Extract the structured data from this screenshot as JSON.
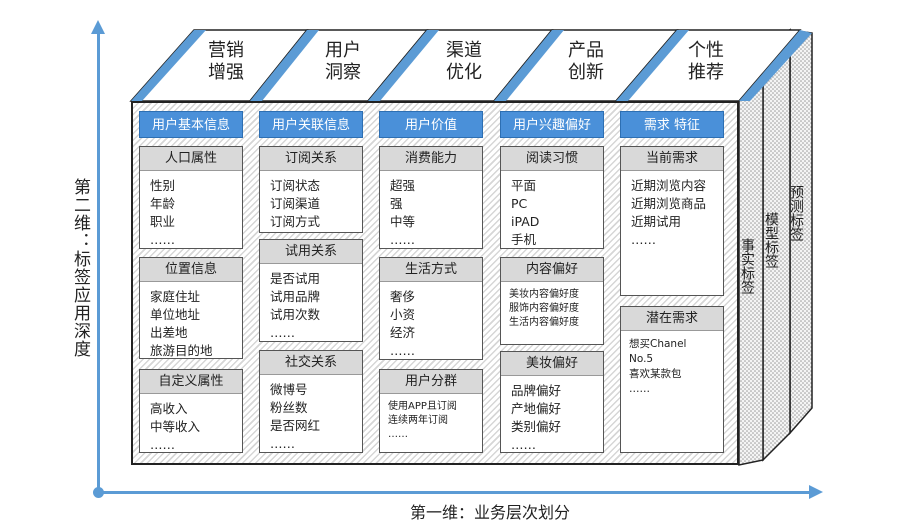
{
  "axes": {
    "vertical_label": "第二维：标签应用深度",
    "horizontal_label": "第一维：业务层次划分"
  },
  "top_labels": [
    "营销\n增强",
    "用户\n洞察",
    "渠道\n优化",
    "产品\n创新",
    "个性\n推荐"
  ],
  "side_labels": [
    "事实标签",
    "模型标签",
    "预测标签"
  ],
  "columns": [
    {
      "header": "用户基本信息",
      "cards": [
        {
          "title": "人口属性",
          "body": "性别\n年龄\n职业\n……"
        },
        {
          "title": "位置信息",
          "body": "家庭住址\n单位地址\n出差地\n旅游目的地"
        },
        {
          "title": "自定义属性",
          "body": "高收入\n中等收入\n……"
        }
      ]
    },
    {
      "header": "用户关联信息",
      "cards": [
        {
          "title": "订阅关系",
          "body": "订阅状态\n订阅渠道\n订阅方式"
        },
        {
          "title": "试用关系",
          "body": "是否试用\n试用品牌\n试用次数\n……"
        },
        {
          "title": "社交关系",
          "body": "微博号\n粉丝数\n是否网红\n……"
        }
      ]
    },
    {
      "header": "用户价值",
      "cards": [
        {
          "title": "消费能力",
          "body": "超强\n强\n中等\n……"
        },
        {
          "title": "生活方式",
          "body": "奢侈\n小资\n经济\n……"
        },
        {
          "title": "用户分群",
          "body": "使用APP且订阅\n连续两年订阅\n……"
        }
      ]
    },
    {
      "header": "用户兴趣偏好",
      "cards": [
        {
          "title": "阅读习惯",
          "body": "平面\nPC\niPAD\n手机"
        },
        {
          "title": "内容偏好",
          "body": "美妆内容偏好度\n服饰内容偏好度\n生活内容偏好度"
        },
        {
          "title": "美妆偏好",
          "body": "品牌偏好\n产地偏好\n类别偏好\n……"
        }
      ]
    },
    {
      "header": "需求 特征",
      "cards": [
        {
          "title": "当前需求",
          "body": "近期浏览内容\n近期浏览商品\n近期试用\n……"
        },
        {
          "title": "潜在需求",
          "body": "想买Chanel No.5\n喜欢某款包\n……"
        }
      ]
    }
  ],
  "colors": {
    "header_blue": "#4a90d9",
    "axis_blue": "#5b9bd5",
    "card_title_gray": "#d9d9d9"
  }
}
